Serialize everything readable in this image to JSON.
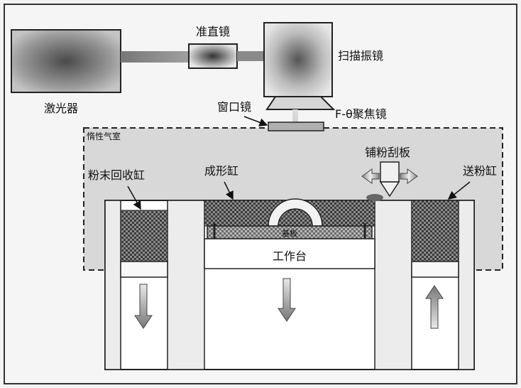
{
  "labels": {
    "laser": "激光器",
    "collimator": "准直镜",
    "scanner": "扫描振镜",
    "window": "窗口镜",
    "ftheta": "F-θ聚焦镜",
    "inert_chamber": "惰性气室",
    "recovery_cylinder": "粉末回收缸",
    "forming_cylinder": "成形缸",
    "recoater": "铺粉刮板",
    "feed_cylinder": "送粉缸",
    "substrate": "基板",
    "work_table": "工作台"
  }
}
